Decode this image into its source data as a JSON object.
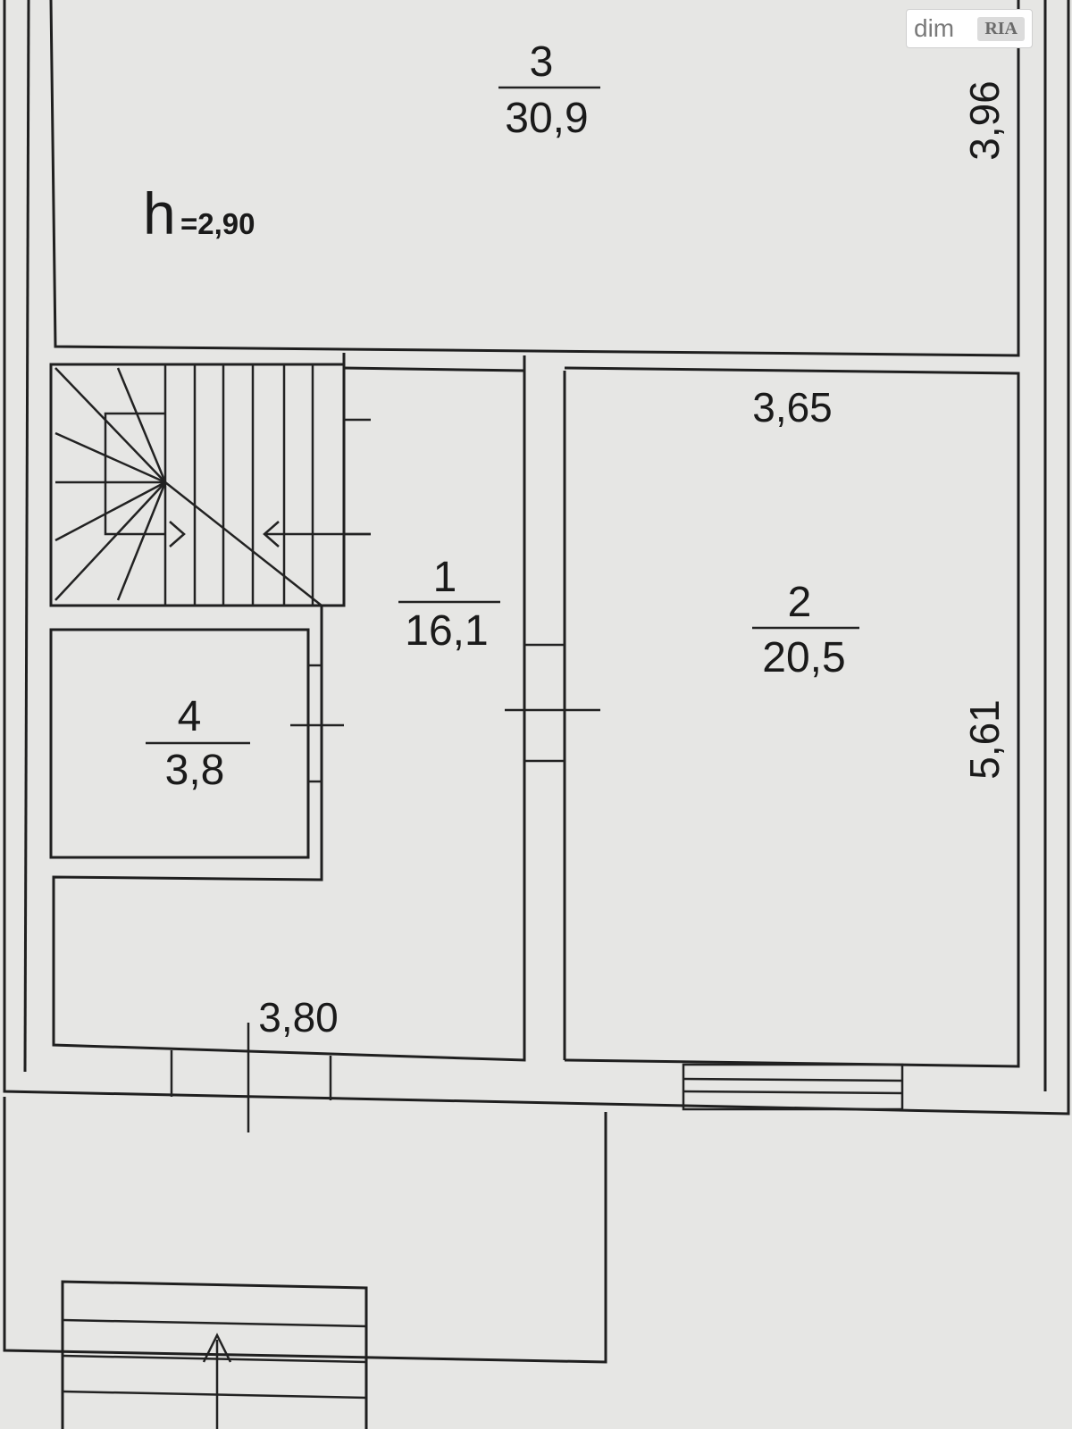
{
  "watermark": {
    "part1": "dim",
    "part2": "RIA"
  },
  "rooms": [
    {
      "number": "3",
      "area": "30,9"
    },
    {
      "number": "1",
      "area": "16,1"
    },
    {
      "number": "2",
      "area": "20,5"
    },
    {
      "number": "4",
      "area": "3,8"
    }
  ],
  "height": {
    "symbol": "h",
    "value": "=2,90"
  },
  "dimensions": {
    "room3_depth": "3,96",
    "room2_width": "3,65",
    "room2_length": "5,61",
    "room1_width": "3,80"
  }
}
